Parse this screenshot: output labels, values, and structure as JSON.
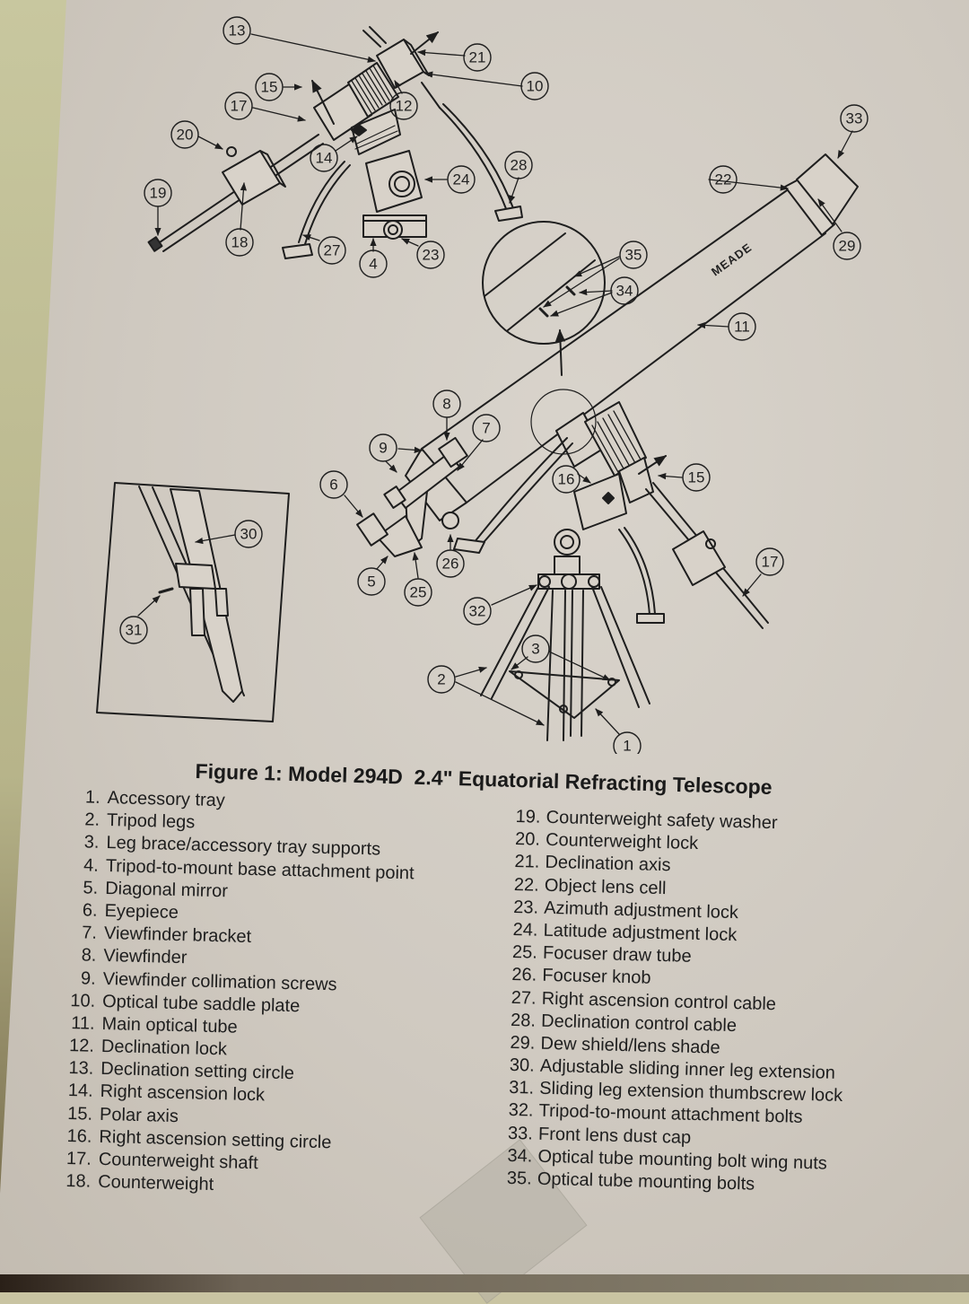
{
  "figure": {
    "caption": "Figure 1: Model 294D  2.4\" Equatorial Refracting Telescope",
    "tube_brand_label": "MEADE",
    "callouts": {
      "c1": "1",
      "c2": "2",
      "c3": "3",
      "c4": "4",
      "c5": "5",
      "c6": "6",
      "c7": "7",
      "c8": "8",
      "c9": "9",
      "c10": "10",
      "c11": "11",
      "c12": "12",
      "c13": "13",
      "c14": "14",
      "c15a": "15",
      "c15b": "15",
      "c16": "16",
      "c17a": "17",
      "c17b": "17",
      "c18": "18",
      "c19": "19",
      "c20": "20",
      "c21": "21",
      "c22": "22",
      "c23": "23",
      "c24": "24",
      "c25": "25",
      "c26": "26",
      "c27": "27",
      "c28": "28",
      "c29": "29",
      "c30": "30",
      "c31": "31",
      "c32": "32",
      "c33": "33",
      "c34": "34",
      "c35": "35"
    },
    "inset_leg_callouts": [
      "30",
      "31"
    ],
    "detail_circle_callouts": [
      "34",
      "35"
    ]
  },
  "parts_list": {
    "left_column": [
      {
        "num": "1.",
        "label": "Accessory tray"
      },
      {
        "num": "2.",
        "label": "Tripod legs"
      },
      {
        "num": "3.",
        "label": "Leg brace/accessory tray supports"
      },
      {
        "num": "4.",
        "label": "Tripod-to-mount base attachment point"
      },
      {
        "num": "5.",
        "label": "Diagonal mirror"
      },
      {
        "num": "6.",
        "label": "Eyepiece"
      },
      {
        "num": "7.",
        "label": "Viewfinder bracket"
      },
      {
        "num": "8.",
        "label": "Viewfinder"
      },
      {
        "num": "9.",
        "label": "Viewfinder collimation screws"
      },
      {
        "num": "10.",
        "label": "Optical tube saddle plate"
      },
      {
        "num": "11.",
        "label": "Main optical tube"
      },
      {
        "num": "12.",
        "label": "Declination lock"
      },
      {
        "num": "13.",
        "label": "Declination setting circle"
      },
      {
        "num": "14.",
        "label": "Right ascension lock"
      },
      {
        "num": "15.",
        "label": "Polar axis"
      },
      {
        "num": "16.",
        "label": "Right ascension setting circle"
      },
      {
        "num": "17.",
        "label": "Counterweight shaft"
      },
      {
        "num": "18.",
        "label": "Counterweight"
      }
    ],
    "right_column": [
      {
        "num": "19.",
        "label": "Counterweight safety washer"
      },
      {
        "num": "20.",
        "label": "Counterweight lock"
      },
      {
        "num": "21.",
        "label": "Declination axis"
      },
      {
        "num": "22.",
        "label": "Object lens cell"
      },
      {
        "num": "23.",
        "label": "Azimuth adjustment lock"
      },
      {
        "num": "24.",
        "label": "Latitude adjustment lock"
      },
      {
        "num": "25.",
        "label": "Focuser draw tube"
      },
      {
        "num": "26.",
        "label": "Focuser knob"
      },
      {
        "num": "27.",
        "label": "Right ascension control cable"
      },
      {
        "num": "28.",
        "label": "Declination control cable"
      },
      {
        "num": "29.",
        "label": "Dew shield/lens shade"
      },
      {
        "num": "30.",
        "label": "Adjustable sliding inner leg extension"
      },
      {
        "num": "31.",
        "label": "Sliding leg extension thumbscrew lock"
      },
      {
        "num": "32.",
        "label": "Tripod-to-mount attachment bolts"
      },
      {
        "num": "33.",
        "label": "Front lens dust cap"
      },
      {
        "num": "34.",
        "label": "Optical tube mounting bolt wing nuts"
      },
      {
        "num": "35.",
        "label": "Optical tube mounting bolts"
      }
    ]
  },
  "colors": {
    "paper": "#d3cdc4",
    "ink": "#1e1e1e",
    "backdrop": "#c8c79f"
  }
}
